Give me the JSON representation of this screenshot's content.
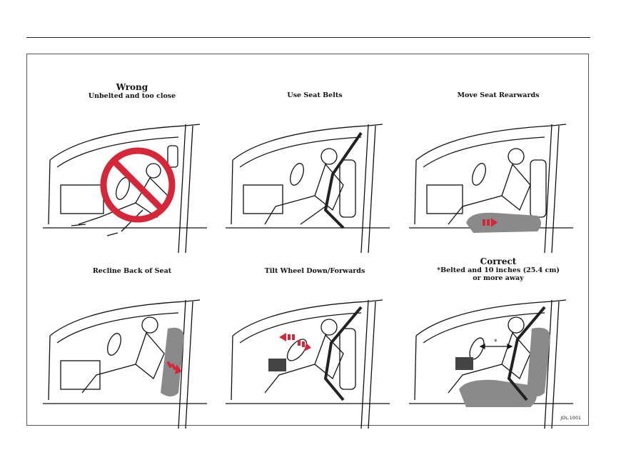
{
  "panels": [
    {
      "id": "wrong",
      "title": "Wrong",
      "caption": "Unbelted and too close"
    },
    {
      "id": "use-seat-belts",
      "title": "",
      "caption": "Use Seat Belts"
    },
    {
      "id": "move-seat",
      "title": "",
      "caption": "Move Seat Rearwards"
    },
    {
      "id": "recline",
      "title": "",
      "caption": "Recline Back of Seat"
    },
    {
      "id": "tilt-wheel",
      "title": "",
      "caption": "Tilt Wheel Down/Forwards"
    },
    {
      "id": "correct",
      "title": "Correct",
      "caption": "*Belted and 10 inches (25.4 cm)",
      "caption2": "or more away"
    }
  ],
  "figure_code": "JOL.1001",
  "colors": {
    "accent": "#d4283a",
    "seat_gray": "#8a8a8a"
  }
}
